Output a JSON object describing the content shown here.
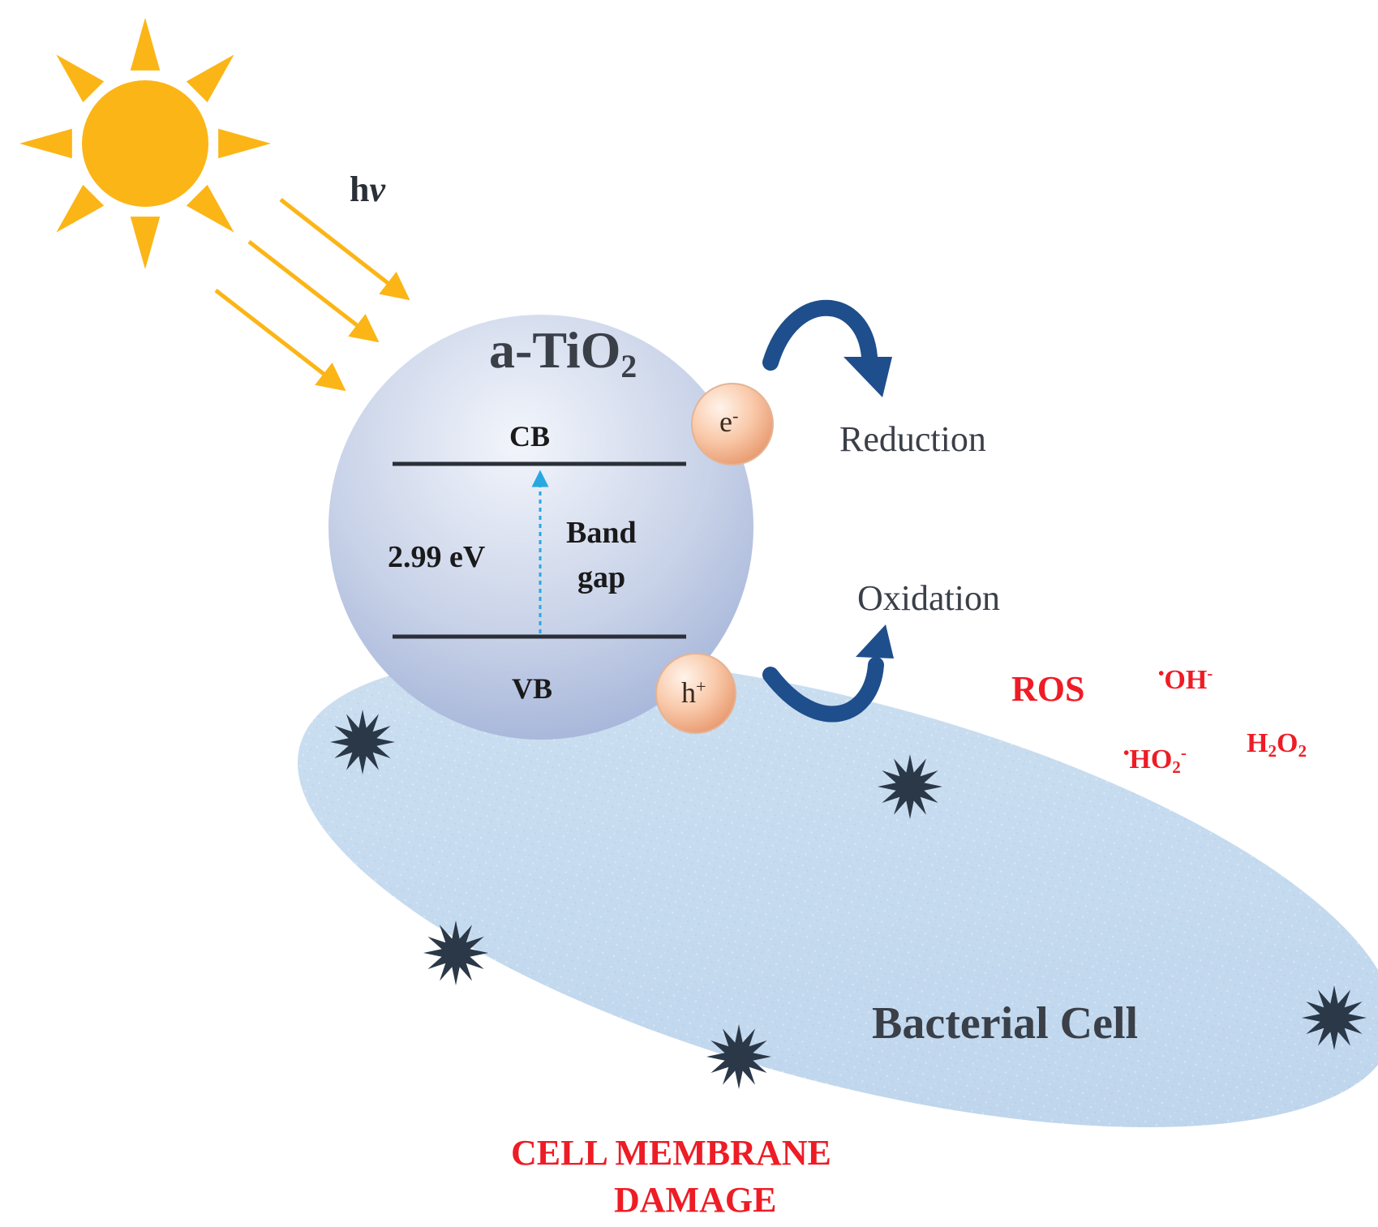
{
  "light": {
    "symbol_prefix": "h",
    "symbol_nu": "ν"
  },
  "particle": {
    "name_prefix": "a-TiO",
    "name_subscript": "2",
    "conduction_band": "CB",
    "valence_band": "VB",
    "band_gap_value": "2.99 eV",
    "band_gap_line1": "Band",
    "band_gap_line2": "gap",
    "electron_base": "e",
    "electron_charge": "-",
    "hole_base": "h",
    "hole_charge": "+"
  },
  "processes": {
    "reduction": "Reduction",
    "oxidation": "Oxidation"
  },
  "ros": {
    "label": "ROS",
    "hydroxyl_dot": "•",
    "hydroxyl_base": "OH",
    "hydroxyl_charge": "-",
    "superoxide_dot": "•",
    "superoxide_base": "HO",
    "superoxide_sub": "2",
    "superoxide_charge": "-",
    "peroxide_h": "H",
    "peroxide_sub1": "2",
    "peroxide_o": "O",
    "peroxide_sub2": "2"
  },
  "cell": {
    "label": "Bacterial Cell"
  },
  "damage": {
    "line1": "CELL MEMBRANE",
    "line2": "DAMAGE"
  },
  "colors": {
    "sun": "#fbb516",
    "arrow_blue": "#1f4e8c",
    "ros_red": "#ee1c25",
    "cell_fill": "#c6dcef",
    "star": "#2b3848"
  }
}
